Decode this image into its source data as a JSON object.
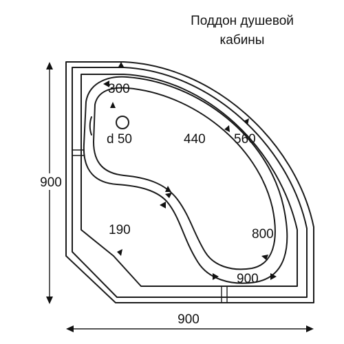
{
  "title": {
    "line1": "Поддон душевой",
    "line2": "кабины"
  },
  "dimensions": {
    "height_outer": "900",
    "width_outer": "900",
    "top_channel": "300",
    "drain": "d 50",
    "inner_width": "440",
    "inner_diag": "560",
    "step_width": "190",
    "inner_height": "800",
    "inner_bottom": "900"
  },
  "colors": {
    "stroke": "#1a1a1a",
    "background": "#ffffff"
  }
}
